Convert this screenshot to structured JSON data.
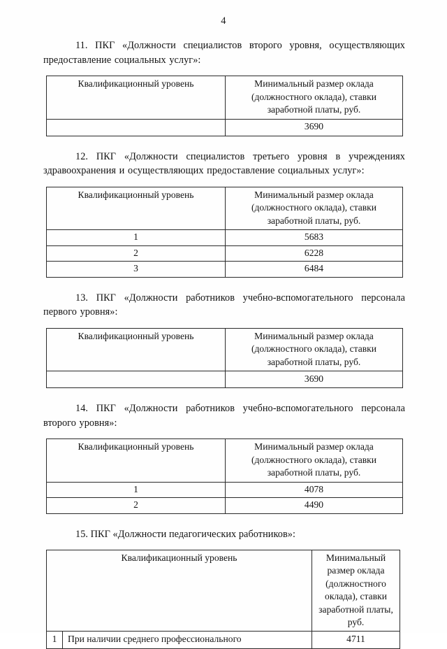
{
  "page": {
    "number": "4"
  },
  "common": {
    "column_header_qualification": "Квалификационный уровень",
    "column_header_amount_line1": "Минимальный размер оклада",
    "column_header_amount_line2": "(должностного оклада), ставки",
    "column_header_amount_line3": "заработной платы, руб."
  },
  "sections": [
    {
      "id": "section-11",
      "paragraph": "11. ПКГ «Должности специалистов второго уровня, осуществляющих предоставление социальных услуг»:",
      "table": {
        "headers": [
          "Квалификационный уровень",
          "Минимальный размер оклада (должностного оклада), ставки заработной платы, руб."
        ],
        "rows": [
          {
            "level": "",
            "amount": "3690"
          }
        ]
      }
    },
    {
      "id": "section-12",
      "paragraph": "12. ПКГ «Должности специалистов третьего уровня в учреждениях здравоохранения и осуществляющих предоставление социальных услуг»:",
      "table": {
        "headers": [
          "Квалификационный уровень",
          "Минимальный размер оклада (должностного оклада), ставки заработной платы, руб."
        ],
        "rows": [
          {
            "level": "1",
            "amount": "5683"
          },
          {
            "level": "2",
            "amount": "6228"
          },
          {
            "level": "3",
            "amount": "6484"
          }
        ]
      }
    },
    {
      "id": "section-13",
      "paragraph": "13. ПКГ «Должности работников учебно-вспомогательного персонала первого уровня»:",
      "table": {
        "headers": [
          "Квалификационный уровень",
          "Минимальный размер оклада (должностного оклада), ставки заработной платы, руб."
        ],
        "rows": [
          {
            "level": "",
            "amount": "3690"
          }
        ]
      }
    },
    {
      "id": "section-14",
      "paragraph": "14. ПКГ «Должности работников учебно-вспомогательного персонала второго уровня»:",
      "table": {
        "headers": [
          "Квалификационный уровень",
          "Минимальный размер оклада (должностного оклада), ставки заработной платы, руб."
        ],
        "rows": [
          {
            "level": "1",
            "amount": "4078"
          },
          {
            "level": "2",
            "amount": "4490"
          }
        ]
      }
    },
    {
      "id": "section-15",
      "paragraph": "15. ПКГ «Должности педагогических работников»:",
      "table": {
        "headers": [
          "Квалификационный уровень",
          "Минимальный размер оклада (должностного оклада), ставки заработной платы, руб."
        ],
        "amount_header_lines": [
          "Минимальный",
          "размер оклада",
          "(должностного",
          "оклада), ставки",
          "заработной платы,",
          "руб."
        ],
        "rows": [
          {
            "index": "1",
            "level": "При наличии среднего профессионального",
            "amount": "4711"
          }
        ]
      }
    }
  ]
}
